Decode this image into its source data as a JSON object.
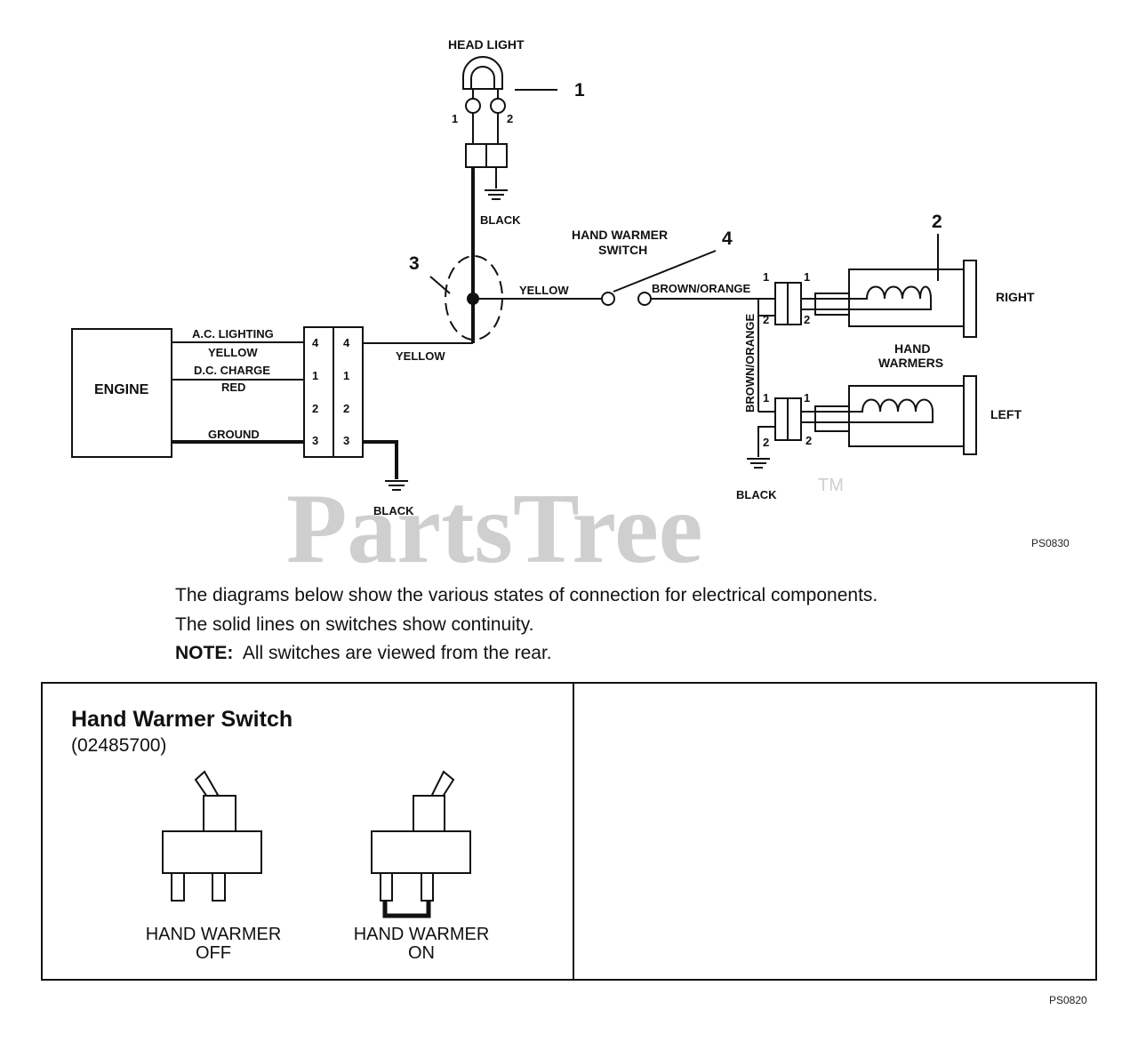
{
  "wiring": {
    "headlight": {
      "label": "HEAD LIGHT",
      "pin1": "1",
      "pin2": "2",
      "ground_wire": "BLACK"
    },
    "callouts": [
      "1",
      "2",
      "3",
      "4"
    ],
    "engine": {
      "label": "ENGINE",
      "wires": [
        {
          "name": "A.C. LIGHTING",
          "color": "YELLOW"
        },
        {
          "name": "D.C. CHARGE",
          "color": "RED"
        },
        {
          "name": "GROUND",
          "color": ""
        }
      ]
    },
    "connector_pins": [
      "4",
      "1",
      "2",
      "3"
    ],
    "wire_yellow": "YELLOW",
    "engine_ground_wire": "BLACK",
    "switch": {
      "line1": "HAND WARMER",
      "line2": "SWITCH"
    },
    "wire_brown_orange": "BROWN/ORANGE",
    "hand_warmers": {
      "line1": "HAND",
      "line2": "WARMERS",
      "right": "RIGHT",
      "left": "LEFT",
      "ground_wire": "BLACK",
      "pin1": "1",
      "pin2": "2"
    },
    "figure_code": "PS0830"
  },
  "watermark": {
    "text": "PartsTree",
    "trademark": "TM"
  },
  "notes": {
    "line1": "The diagrams below show the various states of connection for electrical components.",
    "line2": "The solid lines on switches show continuity.",
    "note_label": "NOTE:",
    "note_text": "All switches are viewed from the rear."
  },
  "switch_panel": {
    "title": "Hand Warmer Switch",
    "part_number": "(02485700)",
    "states": [
      {
        "line1": "HAND WARMER",
        "line2": "OFF"
      },
      {
        "line1": "HAND WARMER",
        "line2": "ON"
      }
    ]
  },
  "footer_code": "PS0820"
}
